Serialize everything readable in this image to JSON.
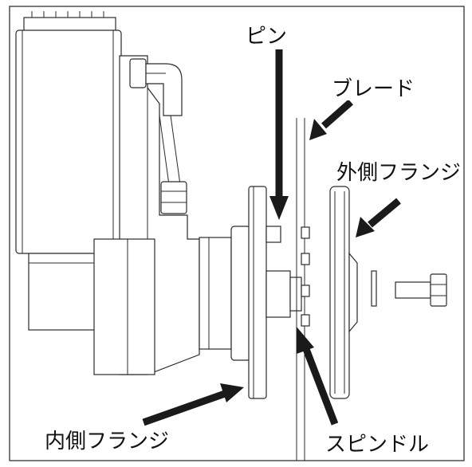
{
  "labels": {
    "pin": "ピン",
    "blade": "ブレード",
    "outer_flange": "外側フランジ",
    "inner_flange": "内側フランジ",
    "spindle": "スピンドル"
  },
  "colors": {
    "line": "#2b2b2b",
    "arrow": "#1a1a1a",
    "background": "#ffffff"
  }
}
